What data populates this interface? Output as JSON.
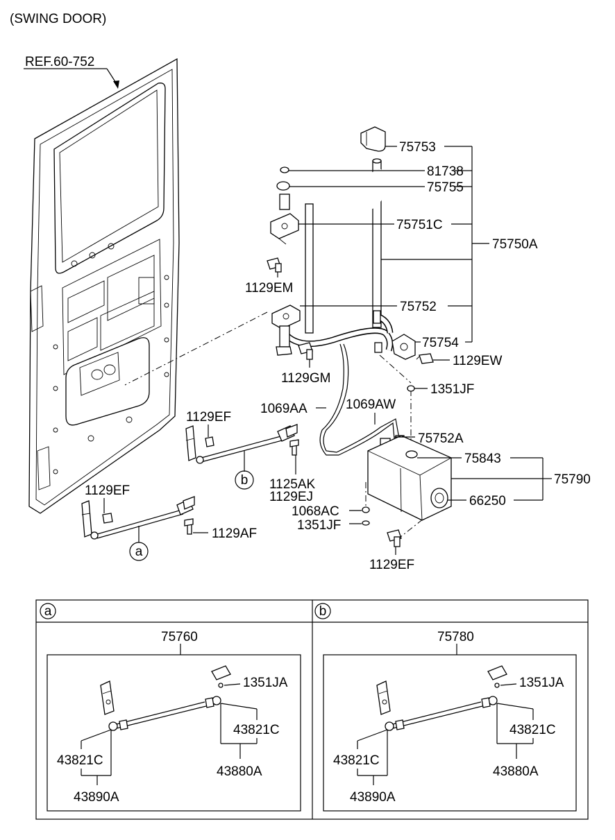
{
  "title": "(SWING DOOR)",
  "ref_label": "REF.60-752",
  "callouts": {
    "c75753": "75753",
    "c81738": "81738",
    "c75755": "75755",
    "c75751C": "75751C",
    "c75750A": "75750A",
    "c1129EM": "1129EM",
    "c75752": "75752",
    "c75754": "75754",
    "c1129EW": "1129EW",
    "c1129GM": "1129GM",
    "c1351JF_top": "1351JF",
    "c1069AA": "1069AA",
    "c1069AW": "1069AW",
    "c75752A": "75752A",
    "c1129EF_mid": "1129EF",
    "c75843": "75843",
    "c75790": "75790",
    "c1125AK": "1125AK",
    "c1129EJ": "1129EJ",
    "c66250": "66250",
    "c1068AC": "1068AC",
    "c1351JF_bot": "1351JF",
    "c1129EF_left": "1129EF",
    "c1129AF": "1129AF",
    "c1129EF_bot": "1129EF",
    "circle_a": "a",
    "circle_b": "b"
  },
  "detail_a": {
    "tag": "a",
    "assembly": "75760",
    "p1351JA": "1351JA",
    "p43821C_right": "43821C",
    "p43880A": "43880A",
    "p43821C_left": "43821C",
    "p43890A": "43890A"
  },
  "detail_b": {
    "tag": "b",
    "assembly": "75780",
    "p1351JA": "1351JA",
    "p43821C_right": "43821C",
    "p43880A": "43880A",
    "p43821C_left": "43821C",
    "p43890A": "43890A"
  }
}
